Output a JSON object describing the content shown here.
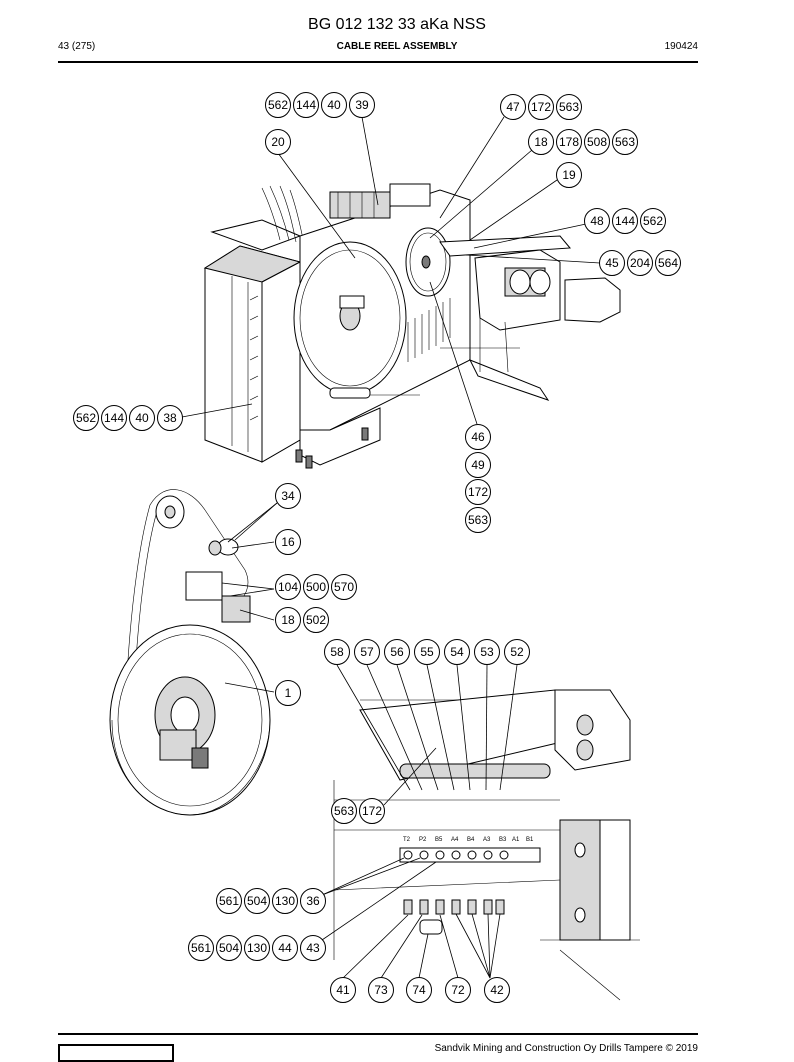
{
  "header": {
    "title": "BG 012 132 33 aKa NSS",
    "page": "43 (275)",
    "section": "CABLE REEL ASSEMBLY",
    "date": "190424"
  },
  "footer": {
    "text": "Sandvik Mining and Construction Oy Drills Tampere © 2019"
  },
  "callouts": [
    [
      "562",
      "144",
      "40",
      "39"
    ],
    [
      "47",
      "172",
      "563"
    ],
    [
      "20"
    ],
    [
      "18",
      "178",
      "508",
      "563"
    ],
    [
      "19"
    ],
    [
      "48",
      "144",
      "562"
    ],
    [
      "45",
      "204",
      "564"
    ],
    [
      "562",
      "144",
      "40",
      "38"
    ],
    [
      "46"
    ],
    [
      "49"
    ],
    [
      "172"
    ],
    [
      "563"
    ],
    [
      "34"
    ],
    [
      "16"
    ],
    [
      "104",
      "500",
      "570"
    ],
    [
      "18",
      "502"
    ],
    [
      "1"
    ],
    [
      "58",
      "57",
      "56",
      "55",
      "54",
      "53",
      "52"
    ],
    [
      "563",
      "172"
    ],
    [
      "561",
      "504",
      "130",
      "36"
    ],
    [
      "561",
      "504",
      "130",
      "44",
      "43"
    ],
    [
      "41",
      "73",
      "74",
      "72",
      "42"
    ]
  ],
  "valve_labels": [
    "T2",
    "P2",
    "B5",
    "A4",
    "B4",
    "A3",
    "B3",
    "A1",
    "B1"
  ]
}
